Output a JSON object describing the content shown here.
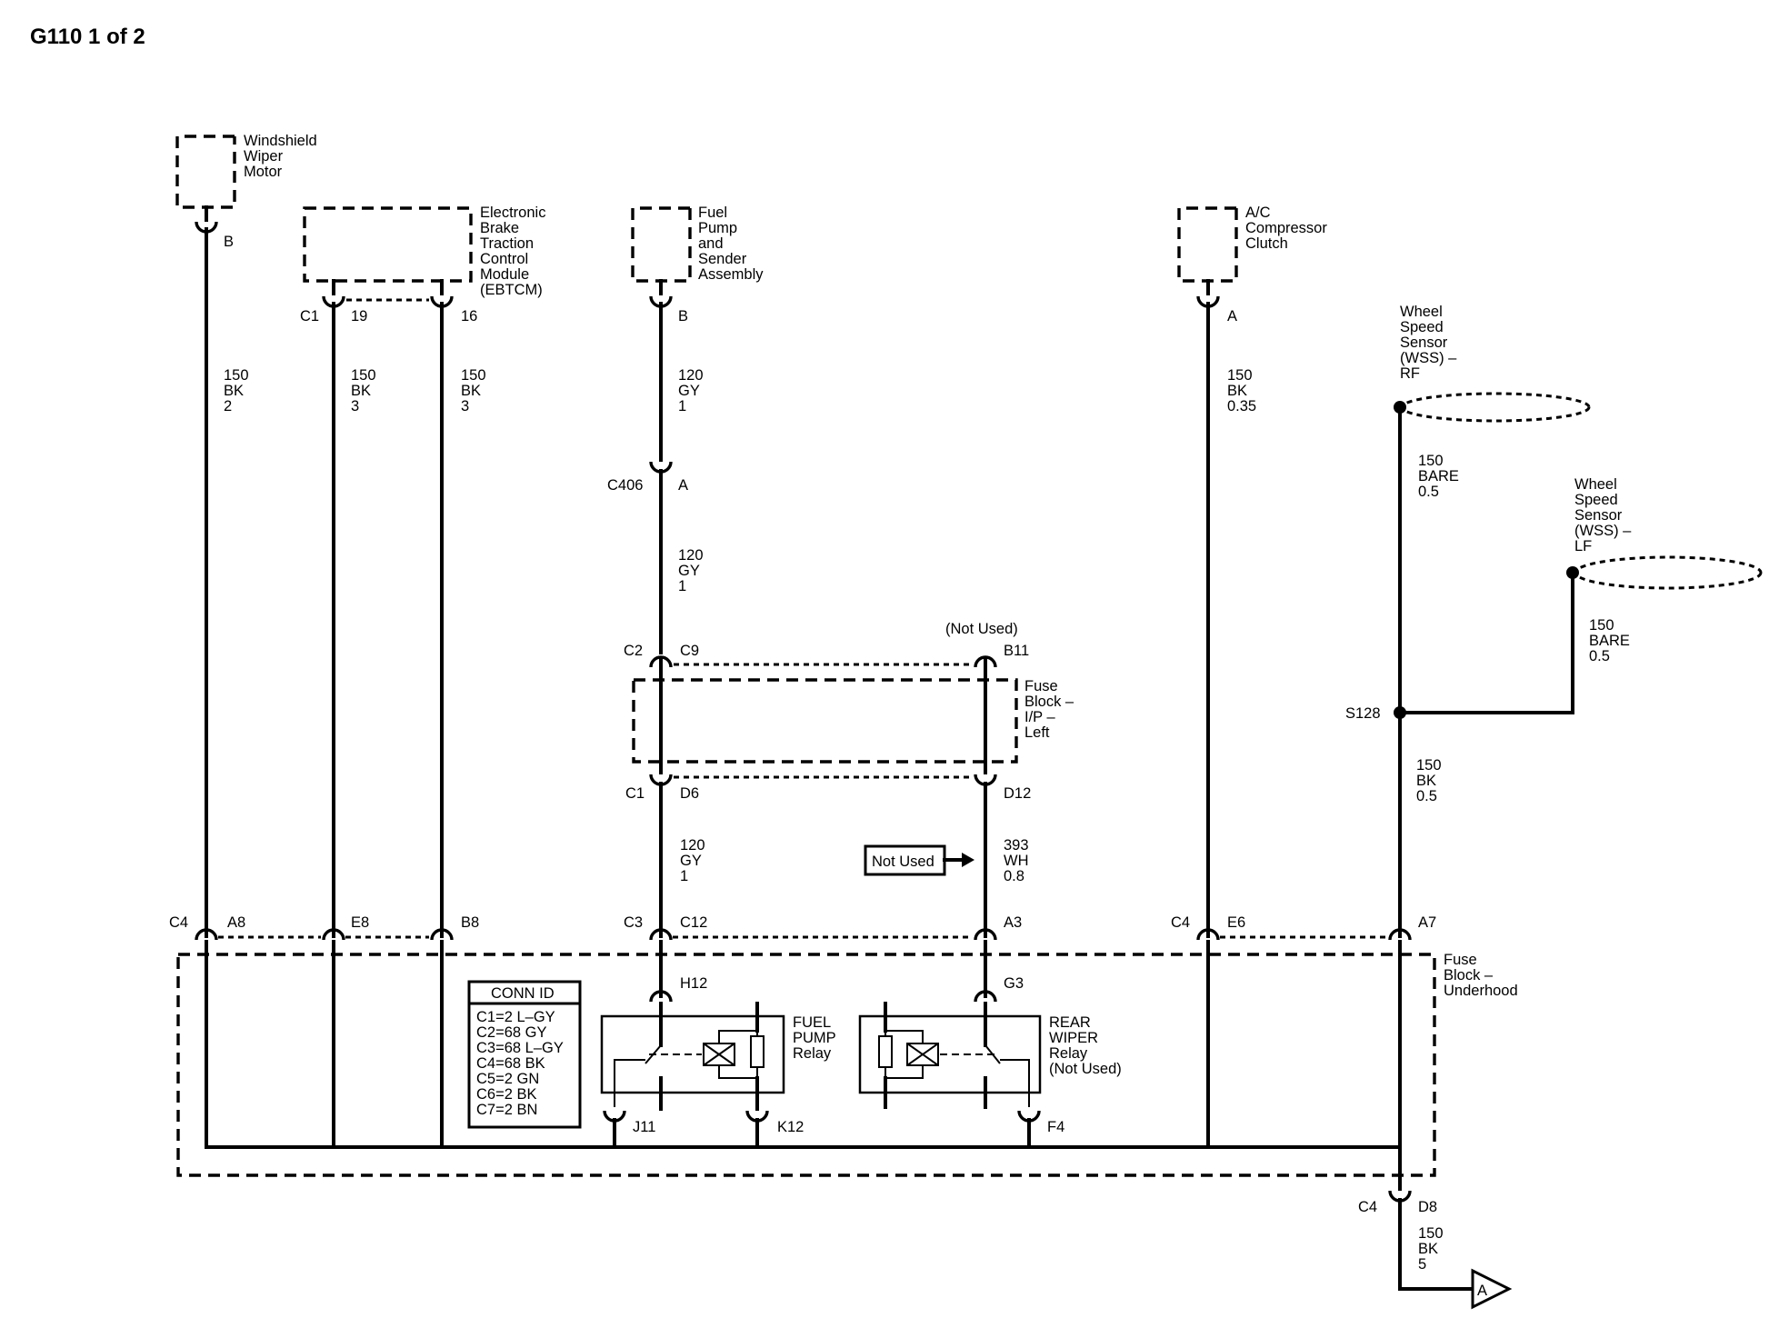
{
  "title": "G110 1 of 2",
  "components": {
    "wiper_motor": [
      "Windshield",
      "Wiper",
      "Motor"
    ],
    "ebtcm": [
      "Electronic",
      "Brake",
      "Traction",
      "Control",
      "Module",
      "(EBTCM)"
    ],
    "fuel_pump": [
      "Fuel",
      "Pump",
      "and",
      "Sender",
      "Assembly"
    ],
    "ac_clutch": [
      "A/C",
      "Compressor",
      "Clutch"
    ],
    "wss_rf": [
      "Wheel",
      "Speed",
      "Sensor",
      "(WSS) –",
      "RF"
    ],
    "wss_lf": [
      "Wheel",
      "Speed",
      "Sensor",
      "(WSS) –",
      "LF"
    ],
    "fuse_block_ip": [
      "Fuse",
      "Block –",
      "I/P –",
      "Left"
    ],
    "fuse_block_underhood": [
      "Fuse",
      "Block –",
      "Underhood"
    ],
    "fuel_pump_relay": [
      "FUEL",
      "PUMP",
      "Relay"
    ],
    "rear_wiper_relay": [
      "REAR",
      "WIPER",
      "Relay",
      "(Not Used)"
    ]
  },
  "pins": {
    "wiper_b": "B",
    "ebtcm_c1": "C1",
    "ebtcm_19": "19",
    "ebtcm_16": "16",
    "fuel_b": "B",
    "ac_a": "A",
    "c406": "C406",
    "c406_a": "A",
    "c2": "C2",
    "c9": "C9",
    "b11": "B11",
    "not_used_top": "(Not Used)",
    "c1_ip": "C1",
    "d6": "D6",
    "d12": "D12",
    "c4_left": "C4",
    "a8": "A8",
    "e8": "E8",
    "b8": "B8",
    "c3": "C3",
    "c12": "C12",
    "a3": "A3",
    "c4_mid": "C4",
    "e6": "E6",
    "a7": "A7",
    "h12": "H12",
    "g3": "G3",
    "j11": "J11",
    "k12": "K12",
    "f4": "F4",
    "c4_bottom": "C4",
    "d8": "D8",
    "s128": "S128"
  },
  "wires": {
    "wiper": [
      "150",
      "BK",
      "2"
    ],
    "ebtcm19": [
      "150",
      "BK",
      "3"
    ],
    "ebtcm16": [
      "150",
      "BK",
      "3"
    ],
    "fuel_top": [
      "120",
      "GY",
      "1"
    ],
    "fuel_mid": [
      "120",
      "GY",
      "1"
    ],
    "fuel_low": [
      "120",
      "GY",
      "1"
    ],
    "ac": [
      "150",
      "BK",
      "0.35"
    ],
    "wss_rf": [
      "150",
      "BARE",
      "0.5"
    ],
    "wss_lf": [
      "150",
      "BARE",
      "0.5"
    ],
    "s128_down": [
      "150",
      "BK",
      "0.5"
    ],
    "a3": [
      "393",
      "WH",
      "0.8"
    ],
    "ground": [
      "150",
      "BK",
      "5"
    ]
  },
  "not_used_box": "Not Used",
  "conn_id": {
    "title": "CONN ID",
    "rows": [
      "C1=2 L–GY",
      "C2=68 GY",
      "C3=68 L–GY",
      "C4=68 BK",
      "C5=2 GN",
      "C6=2 BK",
      "C7=2 BN"
    ]
  },
  "ground_ref": "A"
}
